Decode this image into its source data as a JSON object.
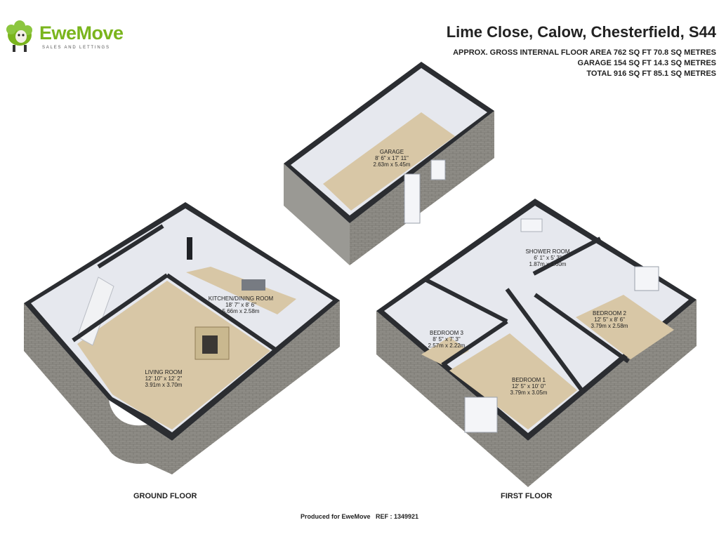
{
  "brand": {
    "logo_word": "EweMove",
    "logo_tagline": "SALES AND LETTINGS",
    "logo_alt": "sheep-mascot-icon"
  },
  "header": {
    "title": "Lime Close, Calow, Chesterfield, S44",
    "area_lines": [
      "APPROX. GROSS INTERNAL FLOOR AREA 762 SQ FT 70.8 SQ METRES",
      "GARAGE 154 SQ FT 14.3 SQ METRES",
      "TOTAL 916 SQ FT 85.1 SQ METRES"
    ]
  },
  "garage": {
    "name": "GARAGE",
    "imperial": "8' 6\" x 17' 11\"",
    "metric": "2.63m x 5.45m"
  },
  "ground_floor": {
    "label": "GROUND FLOOR",
    "rooms": [
      {
        "name": "KITCHEN/DINING ROOM",
        "imperial": "18' 7\" x 8' 6\"",
        "metric": "5.66m x 2.58m"
      },
      {
        "name": "LIVING ROOM",
        "imperial": "12' 10\" x 12' 2\"",
        "metric": "3.91m x 3.70m"
      }
    ]
  },
  "first_floor": {
    "label": "FIRST FLOOR",
    "rooms": [
      {
        "name": "SHOWER ROOM",
        "imperial": "6' 1\" x 5' 3\"",
        "metric": "1.87m x 1.60m"
      },
      {
        "name": "BEDROOM 2",
        "imperial": "12' 5\" x 8' 6\"",
        "metric": "3.79m x 2.58m"
      },
      {
        "name": "BEDROOM 3",
        "imperial": "8' 5\" x 7' 3\"",
        "metric": "2.57m x 2.22m"
      },
      {
        "name": "BEDROOM 1",
        "imperial": "12' 5\" x 10' 0\"",
        "metric": "3.79m x 3.05m"
      }
    ]
  },
  "footer": {
    "text": "Produced for EweMove   REF : 1349921"
  },
  "colors": {
    "brand_green": "#7ab51d",
    "wall_dark": "#2b2d31",
    "floor_carpet": "#d8c7a6",
    "brick": "#8a8882",
    "interior_wall": "#e6e8ee"
  }
}
